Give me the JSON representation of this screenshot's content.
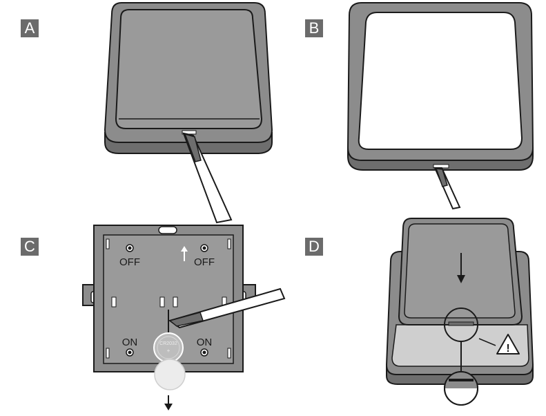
{
  "panels": [
    {
      "id": "A",
      "label": "A"
    },
    {
      "id": "B",
      "label": "B"
    },
    {
      "id": "C",
      "label": "C"
    },
    {
      "id": "D",
      "label": "D"
    }
  ],
  "switch_labels": {
    "off_left": "OFF",
    "off_right": "OFF",
    "on_left": "ON",
    "on_right": "ON"
  },
  "battery_label": "CR2032",
  "battery_polarity": "+",
  "warning_symbol": "!",
  "colors": {
    "panel_label_bg": "#6b6b6b",
    "housing": "#8c8c8c",
    "housing_dark": "#6e6e6e",
    "housing_light": "#bdbdbd",
    "outline": "#1a1a1a"
  }
}
